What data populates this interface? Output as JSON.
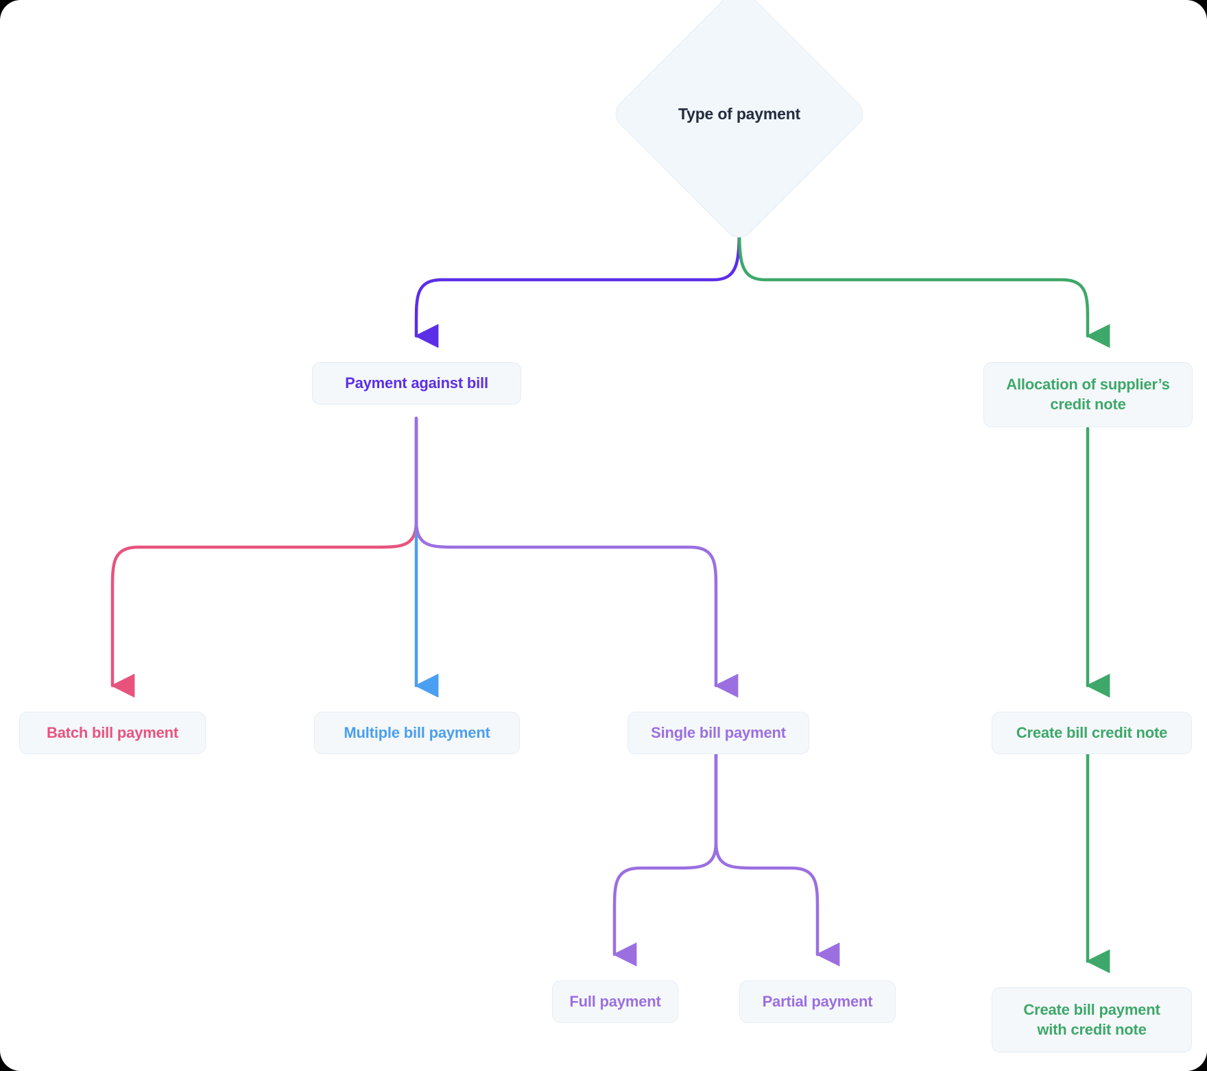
{
  "diagram": {
    "title": "Type of payment flowchart",
    "type": "flowchart",
    "background": "#FFFFFF",
    "node_fill": "#F5F8FB",
    "node_border": "#E4EDF4",
    "colors": {
      "root_text": "#232B3E",
      "indigo": "#5B2EE8",
      "green": "#3DA869",
      "blue": "#4A9FF0",
      "pink": "#E8537E",
      "violet": "#9B6FE0"
    },
    "nodes": {
      "root": {
        "label": "Type of payment",
        "shape": "diamond",
        "color": "#232B3E"
      },
      "payment_against_bill": {
        "label": "Payment against bill",
        "shape": "rounded-rect",
        "color": "#5B2EE8"
      },
      "allocation_credit_note": {
        "label": "Allocation of supplier’s credit note",
        "line1": "Allocation of supplier’s",
        "line2": "credit note",
        "shape": "rounded-rect",
        "color": "#3DA869"
      },
      "batch_bill_payment": {
        "label": "Batch bill payment",
        "shape": "rounded-rect",
        "color": "#E8537E"
      },
      "multiple_bill_payment": {
        "label": "Multiple bill payment",
        "shape": "rounded-rect",
        "color": "#4A9FF0"
      },
      "single_bill_payment": {
        "label": "Single bill payment",
        "shape": "rounded-rect",
        "color": "#9B6FE0"
      },
      "create_bill_credit_note": {
        "label": "Create bill credit note",
        "shape": "rounded-rect",
        "color": "#3DA869"
      },
      "full_payment": {
        "label": "Full payment",
        "shape": "rounded-rect",
        "color": "#9B6FE0"
      },
      "partial_payment": {
        "label": "Partial payment",
        "shape": "rounded-rect",
        "color": "#9B6FE0"
      },
      "create_bill_payment_with_credit_note": {
        "label": "Create bill payment with credit note",
        "line1": "Create bill payment",
        "line2": "with credit note",
        "shape": "rounded-rect",
        "color": "#3DA869"
      }
    },
    "edges": [
      {
        "from": "root",
        "to": "payment_against_bill",
        "color": "#5B2EE8",
        "arrow": true
      },
      {
        "from": "root",
        "to": "allocation_credit_note",
        "color": "#3DA869",
        "arrow": true
      },
      {
        "from": "payment_against_bill",
        "to": "batch_bill_payment",
        "color": "#E8537E",
        "arrow": true
      },
      {
        "from": "payment_against_bill",
        "to": "multiple_bill_payment",
        "color": "#4A9FF0",
        "arrow": true
      },
      {
        "from": "payment_against_bill",
        "to": "single_bill_payment",
        "color": "#9B6FE0",
        "arrow": true
      },
      {
        "from": "allocation_credit_note",
        "to": "create_bill_credit_note",
        "color": "#3DA869",
        "arrow": true
      },
      {
        "from": "single_bill_payment",
        "to": "full_payment",
        "color": "#9B6FE0",
        "arrow": true
      },
      {
        "from": "single_bill_payment",
        "to": "partial_payment",
        "color": "#9B6FE0",
        "arrow": true
      },
      {
        "from": "create_bill_credit_note",
        "to": "create_bill_payment_with_credit_note",
        "color": "#3DA869",
        "arrow": true
      }
    ]
  }
}
